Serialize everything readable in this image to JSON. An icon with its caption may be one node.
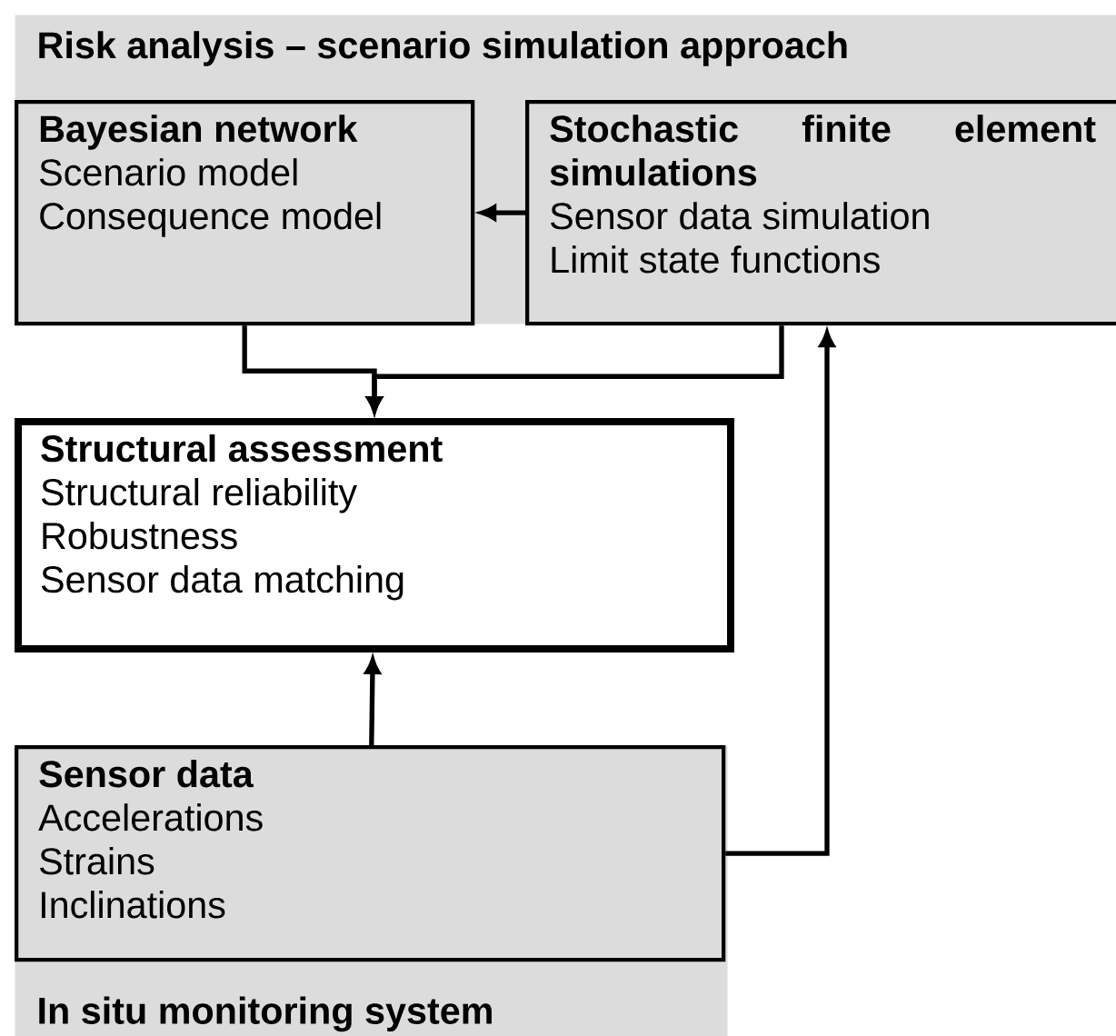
{
  "diagram": {
    "nodes": [
      {
        "text": [
          "Risk analysis – scenario simulation approach"
        ]
      },
      {
        "text": [
          "Bayesian network",
          "Scenario model",
          "Consequence model"
        ],
        "in": 0
      },
      {
        "text": [
          "Stochastic finite element simulations",
          "Sensor data simulation",
          "Limit state functions"
        ],
        "in": 0
      },
      {
        "text": [
          "Structural assessment",
          "Structural reliability",
          "Robustness",
          "Sensor data matching"
        ]
      },
      {
        "text": [
          "In situ monitoring system"
        ]
      },
      {
        "text": [
          "Sensor data",
          "Accelerations",
          "Strains",
          "Inclinations"
        ],
        "in": 4
      }
    ],
    "edges": [
      {
        "from": 2,
        "to": 1,
        "arrow": "to"
      },
      {
        "from": 1,
        "to": 3,
        "arrow": "to"
      },
      {
        "from": 2,
        "to": 3,
        "arrow": "to"
      },
      {
        "from": 5,
        "to": 3,
        "arrow": "to"
      },
      {
        "from": 5,
        "to": 2,
        "arrow": "to"
      }
    ]
  }
}
